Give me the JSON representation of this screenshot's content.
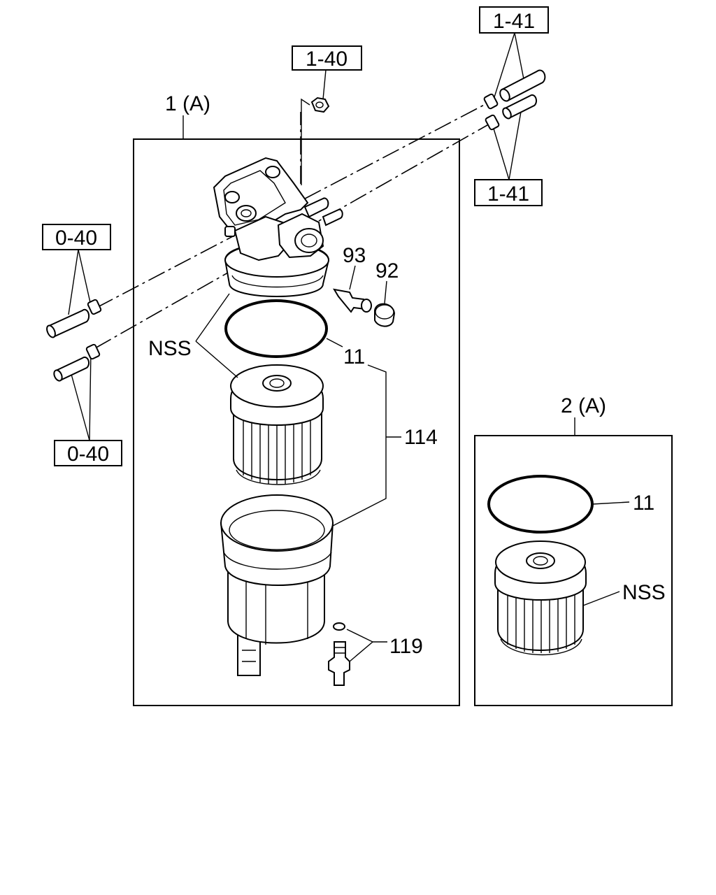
{
  "assemblies": {
    "assembly_1": "1 (A)",
    "assembly_2": "2 (A)"
  },
  "refs": {
    "r140": "1-40",
    "r141_top": "1-41",
    "r141_bottom": "1-41",
    "r040_top": "0-40",
    "r040_bottom": "0-40"
  },
  "callouts": {
    "c93": "93",
    "c92": "92",
    "nss_left": "NSS",
    "c11_left": "11",
    "c114": "114",
    "c119": "119",
    "c11_right": "11",
    "nss_right": "NSS"
  }
}
